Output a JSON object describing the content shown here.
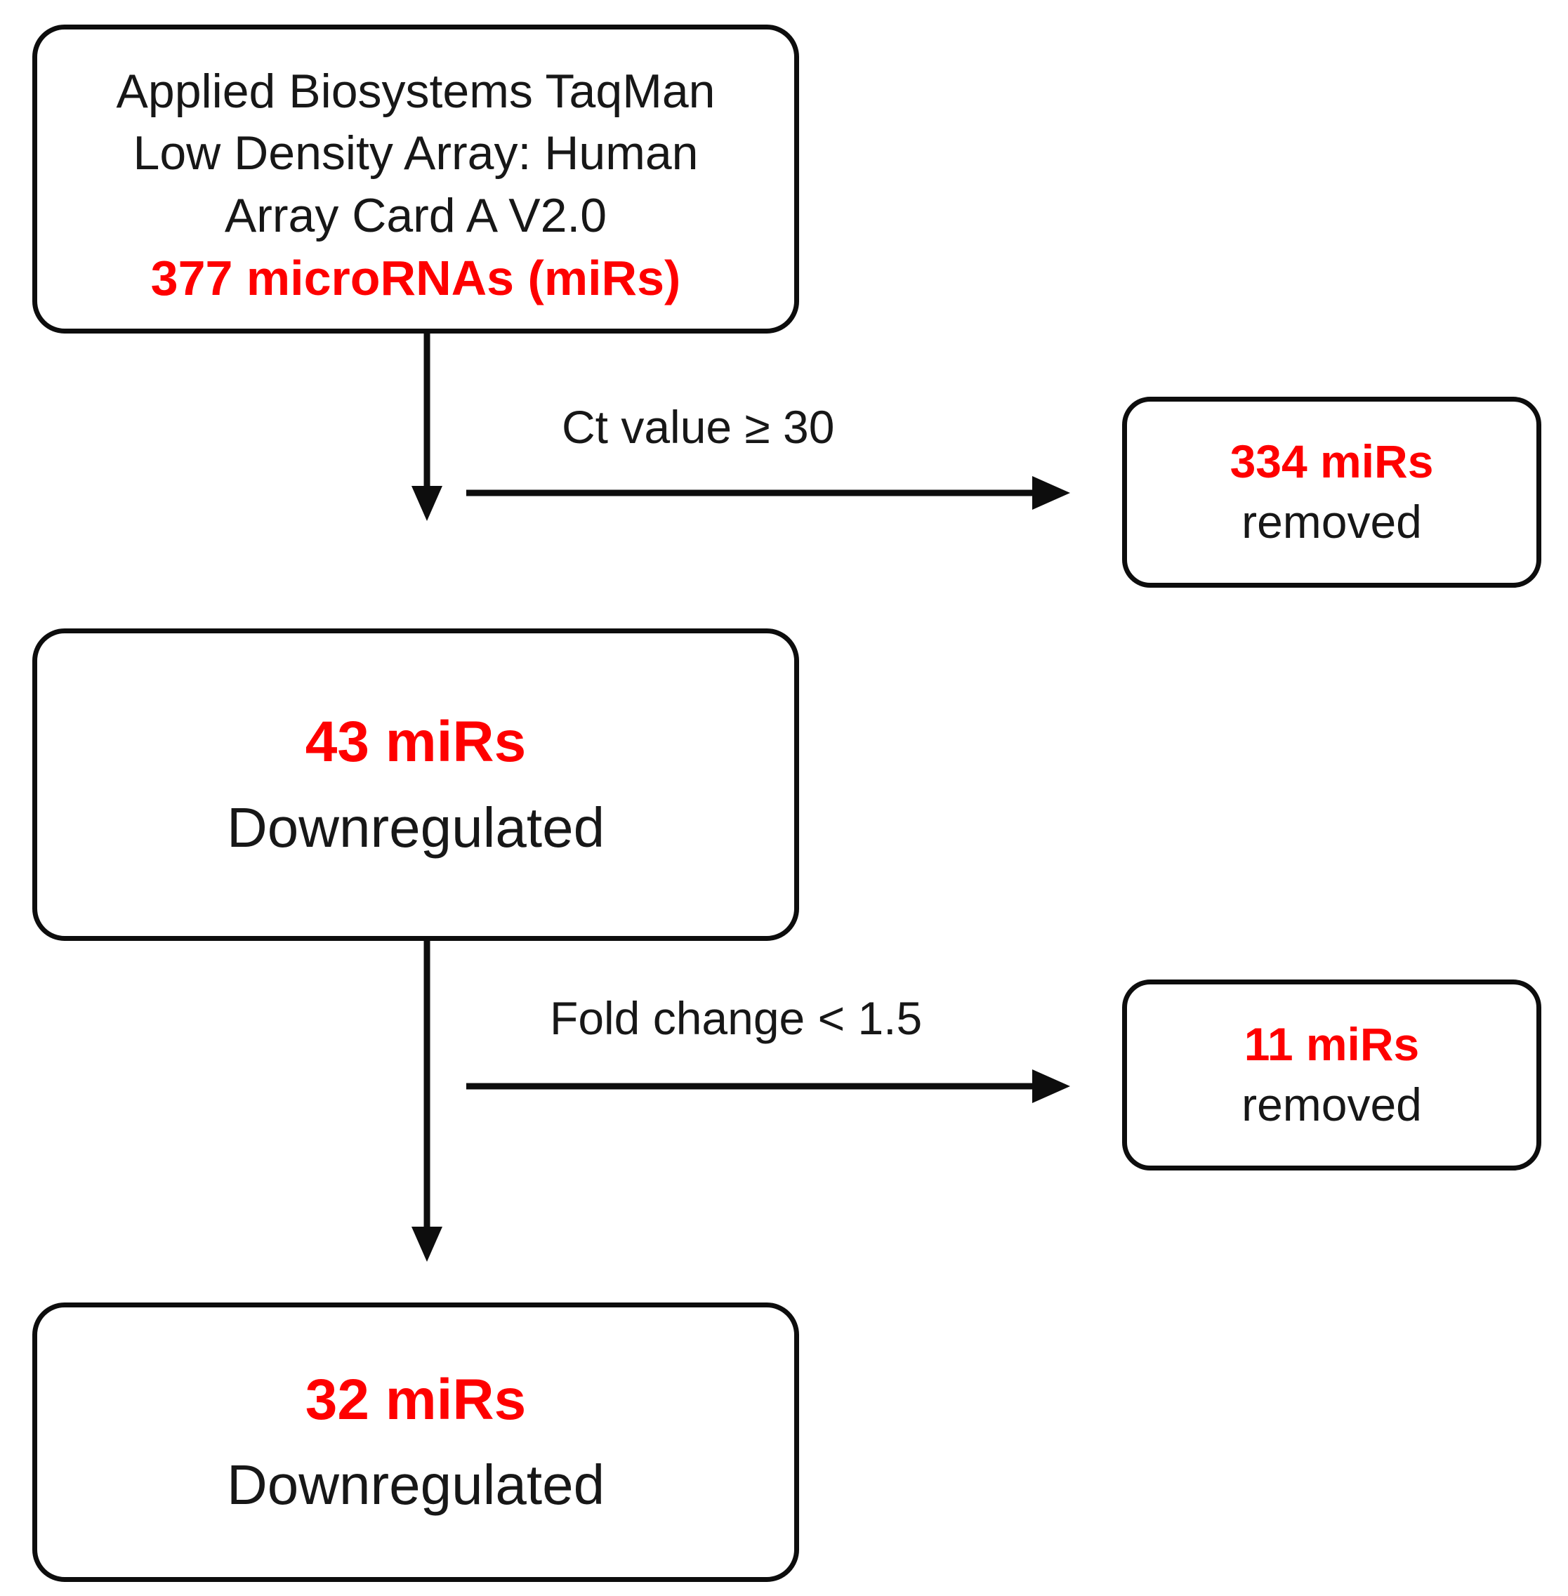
{
  "diagram": {
    "title": "microRNA array filtering flowchart",
    "accent_red": "#FE0000",
    "text_black": "#171717",
    "border_color": "#0D0D0D"
  },
  "nodes": {
    "source": {
      "line1": "Applied Biosystems TaqMan",
      "line2": "Low Density Array: Human",
      "line3": "Array Card A V2.0",
      "line4_highlight": "377 microRNAs (miRs)"
    },
    "removed_1": {
      "count": "334 miRs",
      "label": "removed"
    },
    "downregulated_43": {
      "count": "43 miRs",
      "label": "Downregulated"
    },
    "removed_2": {
      "count": "11 miRs",
      "label": "removed"
    },
    "downregulated_32": {
      "count": "32 miRs",
      "label": "Downregulated"
    }
  },
  "edges": {
    "ct_filter_label": "Ct value ≥ 30",
    "fold_change_label": "Fold change < 1.5"
  },
  "chart_data": {
    "type": "diagram",
    "flow": [
      {
        "step": 1,
        "node": "Applied Biosystems TaqMan Low Density Array: Human Array Card A V2.0",
        "value": 377,
        "unit": "microRNAs (miRs)"
      },
      {
        "step": 2,
        "filter": "Ct value ≥ 30",
        "removed": 334,
        "unit": "miRs"
      },
      {
        "step": 3,
        "node": "Downregulated",
        "value": 43,
        "unit": "miRs"
      },
      {
        "step": 4,
        "filter": "Fold change < 1.5",
        "removed": 11,
        "unit": "miRs"
      },
      {
        "step": 5,
        "node": "Downregulated",
        "value": 32,
        "unit": "miRs"
      }
    ]
  }
}
